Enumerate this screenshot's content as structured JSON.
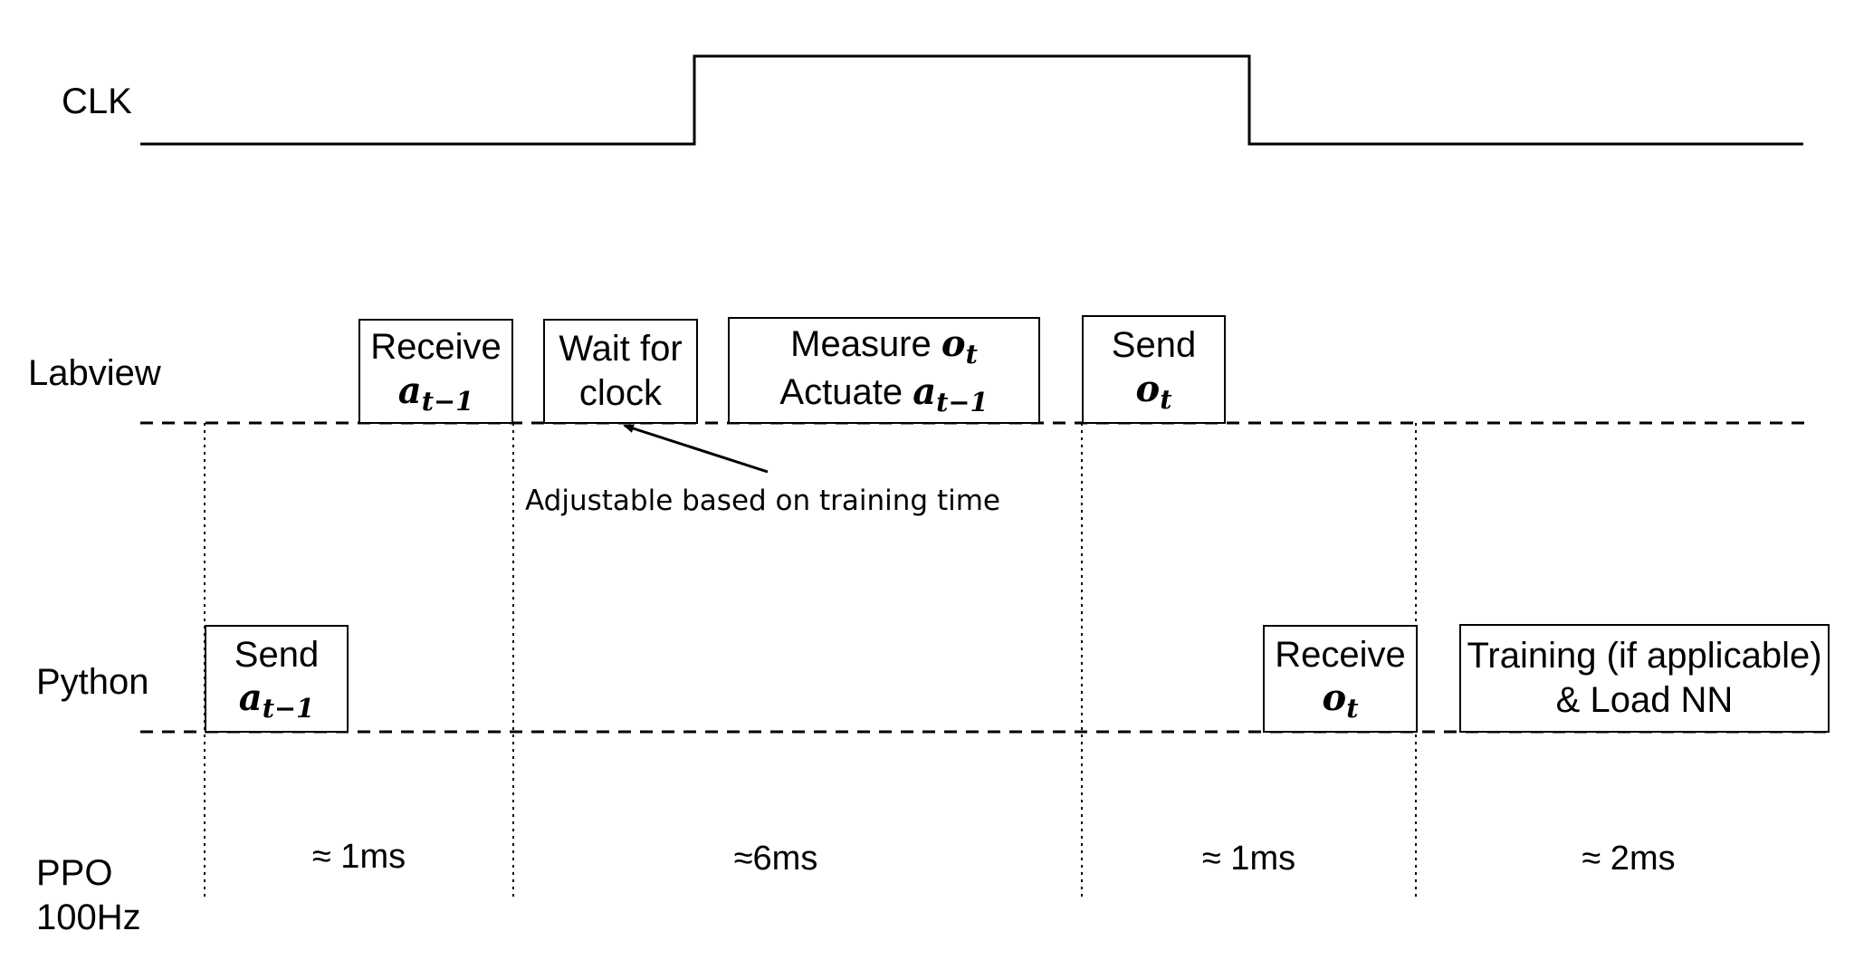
{
  "rows": {
    "clk": "CLK",
    "labview": "Labview",
    "python": "Python",
    "ppo_line1": "PPO",
    "ppo_line2": "100Hz"
  },
  "labview_boxes": {
    "receive": {
      "line1": "Receive",
      "sym": "a",
      "sub": "t−1"
    },
    "wait": {
      "line1": "Wait for",
      "line2": "clock"
    },
    "measure": {
      "word1": "Measure ",
      "sym1": "o",
      "sub1": "t",
      "word2": "Actuate ",
      "sym2": "a",
      "sub2": "t−1"
    },
    "send": {
      "line1": "Send",
      "sym": "o",
      "sub": "t"
    }
  },
  "python_boxes": {
    "send": {
      "line1": "Send",
      "sym": "a",
      "sub": "t−1"
    },
    "receive": {
      "line1": "Receive",
      "sym": "o",
      "sub": "t"
    },
    "training": {
      "line1": "Training (if applicable)",
      "line2": "& Load NN"
    }
  },
  "annotation": "Adjustable based on training time",
  "durations": {
    "d1": "≈ 1ms",
    "d2": "≈6ms",
    "d3": "≈ 1ms",
    "d4": "≈ 2ms"
  }
}
